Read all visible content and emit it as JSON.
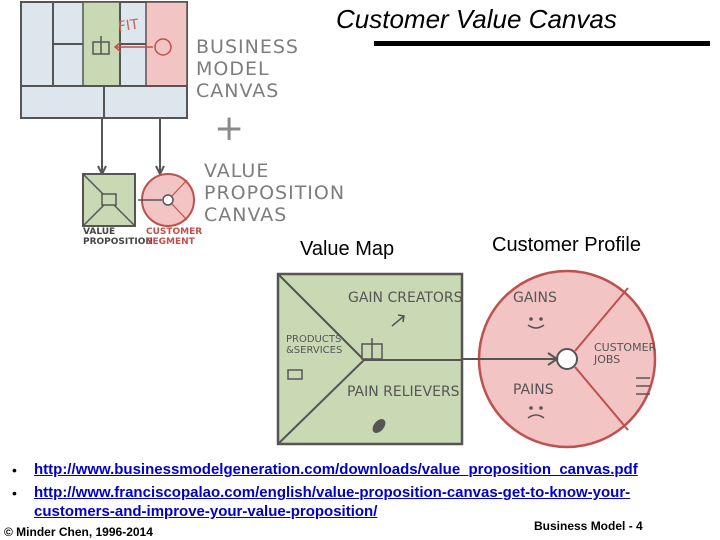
{
  "header": {
    "title": "Customer Value Canvas"
  },
  "sketch": {
    "fit": "FIT",
    "bmc_lines": [
      "BUSINESS",
      "MODEL",
      "CANVAS"
    ],
    "plus": "+",
    "vpc_lines": [
      "VALUE",
      "PROPOSITION",
      "CANVAS"
    ],
    "value_proposition_lines": [
      "VALUE",
      "PROPOSITION"
    ],
    "customer_segment_lines": [
      "CUSTOMER",
      "SEGMENT"
    ]
  },
  "diagram": {
    "value_map_label": "Value Map",
    "customer_profile_label": "Customer Profile",
    "gain_creators": "GAIN CREATORS",
    "products_services_lines": [
      "PRODUCTS",
      "&SERVICES"
    ],
    "pain_relievers": "PAIN RELIEVERS",
    "gains": "GAINS",
    "customer_jobs_lines": [
      "CUSTOMER",
      "JOBS"
    ],
    "pains": "PAINS"
  },
  "references": {
    "bullet": "•",
    "link1": "http://www.businessmodelgeneration.com/downloads/value_proposition_canvas.pdf",
    "link2_line1": "http://www.franciscopalao.com/english/value-proposition-canvas-get-to-know-your-",
    "link2_line2": "customers-and-improve-your-value-proposition/"
  },
  "footer": {
    "copyright": "© Minder Chen, 1996-2014",
    "page_label": "Business Model - 4"
  },
  "colors": {
    "value_green": "#c9d9b3",
    "customer_pink": "#f2c4c3",
    "sketch_line": "#555555",
    "link_blue": "#0000cc"
  }
}
